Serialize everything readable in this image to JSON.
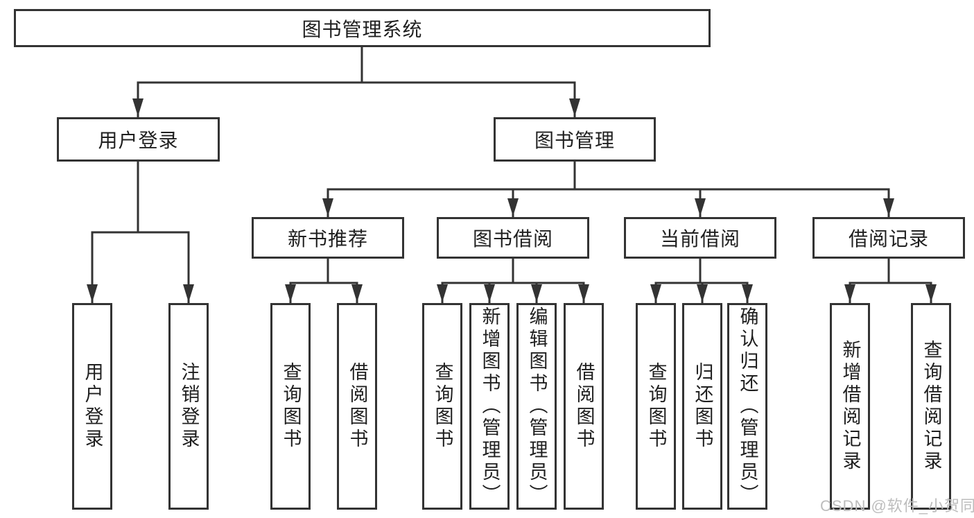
{
  "diagram_type": "hierarchy",
  "tree": {
    "label": "图书管理系统",
    "children": [
      {
        "label": "用户登录",
        "children": [
          {
            "label": "用户登录"
          },
          {
            "label": "注销登录"
          }
        ]
      },
      {
        "label": "图书管理",
        "children": [
          {
            "label": "新书推荐",
            "children": [
              {
                "label": "查询图书"
              },
              {
                "label": "借阅图书"
              }
            ]
          },
          {
            "label": "图书借阅",
            "children": [
              {
                "label": "查询图书"
              },
              {
                "label": "新增图书（管理员）"
              },
              {
                "label": "编辑图书（管理员）"
              },
              {
                "label": "借阅图书"
              }
            ]
          },
          {
            "label": "当前借阅",
            "children": [
              {
                "label": "查询图书"
              },
              {
                "label": "归还图书"
              },
              {
                "label": "确认归还（管理员）"
              }
            ]
          },
          {
            "label": "借阅记录",
            "children": [
              {
                "label": "新增借阅记录"
              },
              {
                "label": "查询借阅记录"
              }
            ]
          }
        ]
      }
    ]
  },
  "watermark": {
    "text": "CSDN @软件_小贺同学"
  },
  "colors": {
    "line": "#333333",
    "box_border": "#333333",
    "box_fill": "#ffffff",
    "text": "#1f1f1f",
    "watermark": "#bdbdbd"
  }
}
